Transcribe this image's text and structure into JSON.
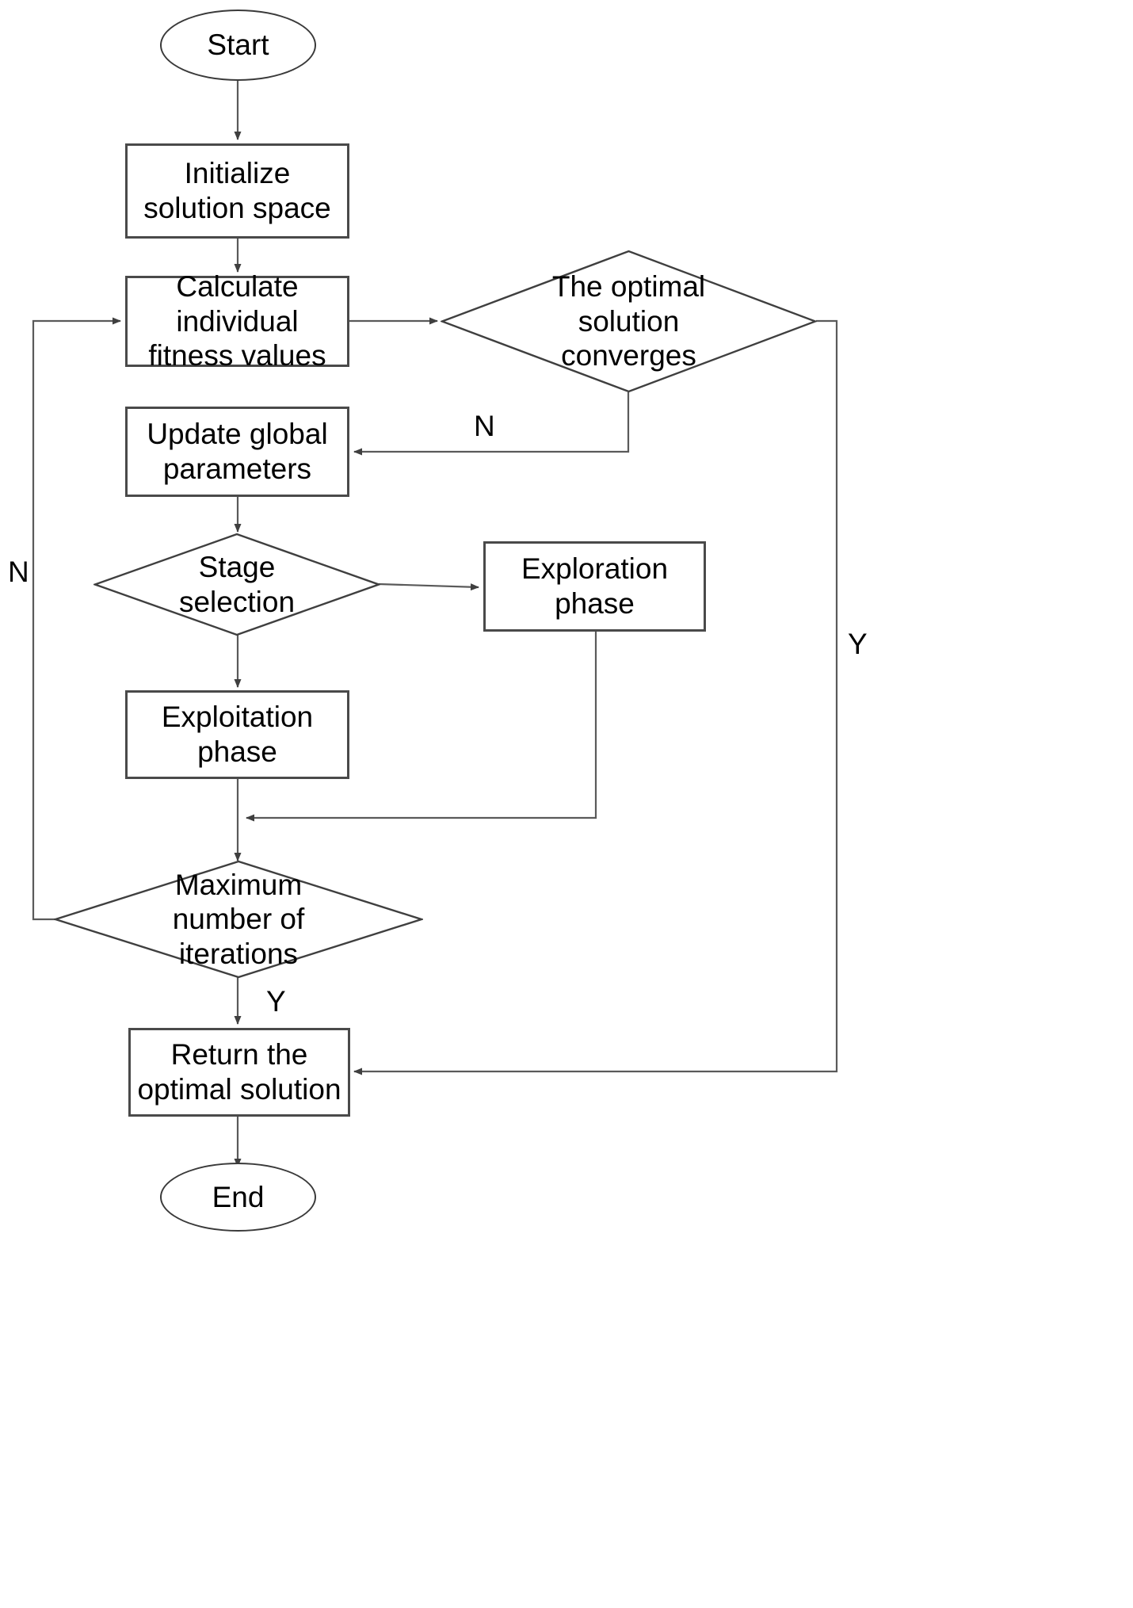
{
  "diagram": {
    "title": "Algorithm flowchart",
    "stroke_color": "#3f3f3f",
    "text_color": "#000000",
    "background": "#ffffff",
    "nodes": {
      "start": {
        "label": "Start",
        "shape": "ellipse"
      },
      "initialize": {
        "label": "Initialize\nsolution space",
        "shape": "rectangle"
      },
      "calculate": {
        "label": "Calculate\nindividual\nfitness values",
        "shape": "rectangle"
      },
      "converge": {
        "label": "The optimal\nsolution\nconverges",
        "shape": "diamond"
      },
      "update": {
        "label": "Update global\nparameters",
        "shape": "rectangle"
      },
      "stage": {
        "label": "Stage\nselection",
        "shape": "diamond"
      },
      "exploration": {
        "label": "Exploration\nphase",
        "shape": "rectangle"
      },
      "exploitation": {
        "label": "Exploitation\nphase",
        "shape": "rectangle"
      },
      "maxiter": {
        "label": "Maximum\nnumber of\niterations",
        "shape": "diamond"
      },
      "return": {
        "label": "Return the\noptimal solution",
        "shape": "rectangle"
      },
      "end": {
        "label": "End",
        "shape": "ellipse"
      }
    },
    "edge_labels": {
      "converge_no": "N",
      "converge_yes": "Y",
      "maxiter_no": "N",
      "maxiter_yes": "Y"
    }
  }
}
